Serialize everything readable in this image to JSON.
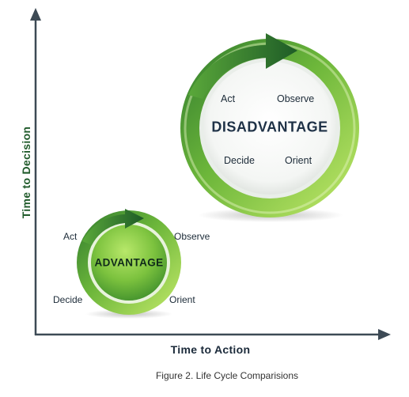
{
  "axes": {
    "y_label": "Time to Decision",
    "x_label": "Time to Action"
  },
  "large_cycle": {
    "center": "DISADVANTAGE",
    "act": "Act",
    "observe": "Observe",
    "orient": "Orient",
    "decide": "Decide"
  },
  "small_cycle": {
    "center": "ADVANTAGE",
    "act": "Act",
    "observe": "Observe",
    "orient": "Orient",
    "decide": "Decide"
  },
  "caption": "Figure 2. Life Cycle Comparisions",
  "colors": {
    "axis": "#3d4a55",
    "green_dark": "#2e7d32",
    "green_light": "#b5e35c",
    "text_dark": "#1c2b38"
  }
}
